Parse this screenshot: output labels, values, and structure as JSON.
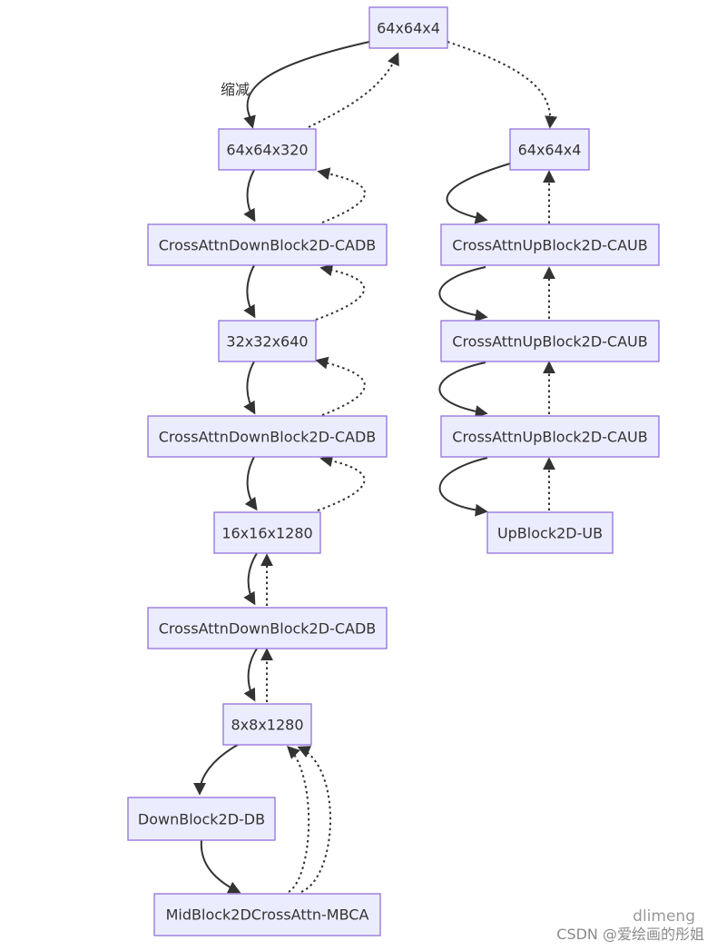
{
  "nodes": {
    "n_top": "64x64x4",
    "n_320": "64x64x320",
    "n_cadb1": "CrossAttnDownBlock2D-CADB",
    "n_640": "32x32x640",
    "n_cadb2": "CrossAttnDownBlock2D-CADB",
    "n_1280a": "16x16x1280",
    "n_cadb3": "CrossAttnDownBlock2D-CADB",
    "n_1280b": "8x8x1280",
    "n_db": "DownBlock2D-DB",
    "n_mbca": "MidBlock2DCrossAttn-MBCA",
    "n_out": "64x64x4",
    "n_caub1": "CrossAttnUpBlock2D-CAUB",
    "n_caub2": "CrossAttnUpBlock2D-CAUB",
    "n_caub3": "CrossAttnUpBlock2D-CAUB",
    "n_ub": "UpBlock2D-UB"
  },
  "edge_labels": {
    "reduce": "缩减"
  },
  "watermark": {
    "line1": "dlimeng",
    "line2": "CSDN @爱绘画的彤姐"
  }
}
